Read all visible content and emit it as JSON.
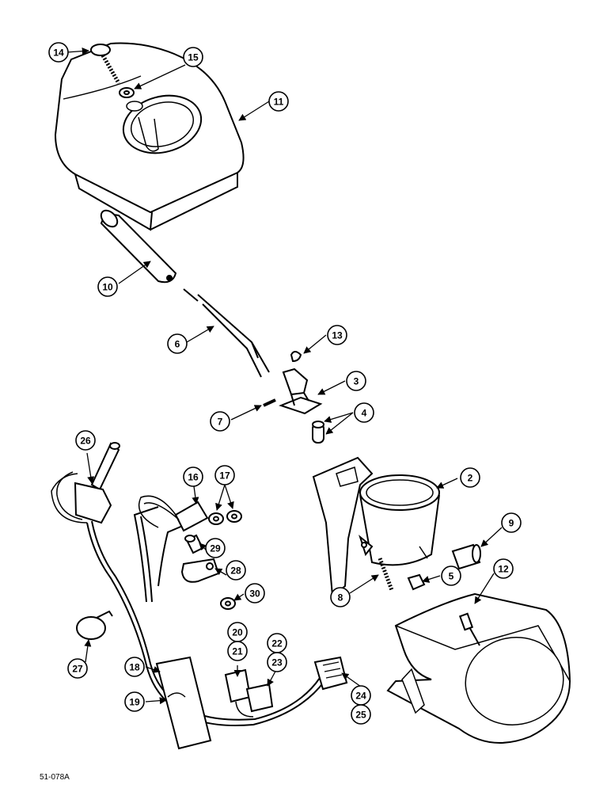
{
  "figure_code": "51-078A",
  "callouts": [
    {
      "id": "c14",
      "label": "14"
    },
    {
      "id": "c15",
      "label": "15"
    },
    {
      "id": "c11",
      "label": "11"
    },
    {
      "id": "c10",
      "label": "10"
    },
    {
      "id": "c6",
      "label": "6"
    },
    {
      "id": "c13",
      "label": "13"
    },
    {
      "id": "c3",
      "label": "3"
    },
    {
      "id": "c7",
      "label": "7"
    },
    {
      "id": "c4",
      "label": "4"
    },
    {
      "id": "c26",
      "label": "26"
    },
    {
      "id": "c16",
      "label": "16"
    },
    {
      "id": "c17",
      "label": "17"
    },
    {
      "id": "c2",
      "label": "2"
    },
    {
      "id": "c9",
      "label": "9"
    },
    {
      "id": "c29",
      "label": "29"
    },
    {
      "id": "c28",
      "label": "28"
    },
    {
      "id": "c30",
      "label": "30"
    },
    {
      "id": "c12",
      "label": "12"
    },
    {
      "id": "c5",
      "label": "5"
    },
    {
      "id": "c8",
      "label": "8"
    },
    {
      "id": "c27",
      "label": "27"
    },
    {
      "id": "c20",
      "label": "20"
    },
    {
      "id": "c21",
      "label": "21"
    },
    {
      "id": "c22",
      "label": "22"
    },
    {
      "id": "c23",
      "label": "23"
    },
    {
      "id": "c18",
      "label": "18"
    },
    {
      "id": "c19",
      "label": "19"
    },
    {
      "id": "c24",
      "label": "24"
    },
    {
      "id": "c25",
      "label": "25"
    }
  ]
}
